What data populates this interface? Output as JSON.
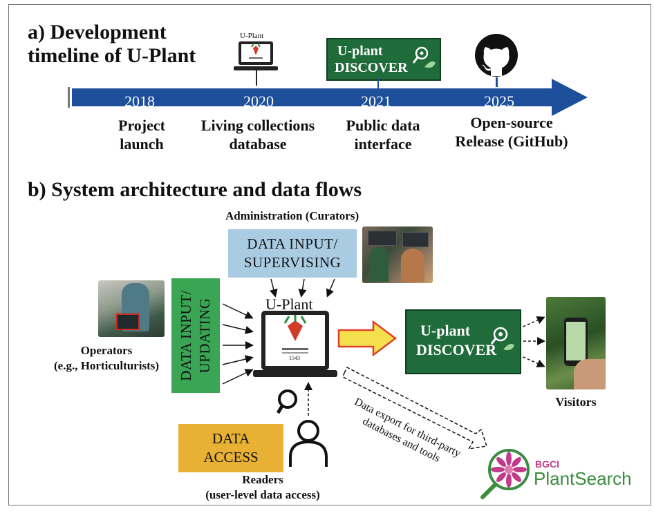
{
  "section_a": {
    "title_line1": "a) Development",
    "title_line2": "timeline of U-Plant"
  },
  "timeline": {
    "events": [
      {
        "year": "2018",
        "label_line1": "Project",
        "label_line2": "launch"
      },
      {
        "year": "2020",
        "label_line1": "Living collections",
        "label_line2": "database"
      },
      {
        "year": "2021",
        "label_line1": "Public data",
        "label_line2": "interface"
      },
      {
        "year": "2025",
        "label_line1": "Open-source",
        "label_line2": "Release (GitHub)"
      }
    ],
    "laptop_caption": "U-Plant",
    "discover_line1": "U-plant",
    "discover_line2": "DISCOVER",
    "arrow_color": "#1d4f9a"
  },
  "section_b": {
    "title": "b) System architecture and data flows"
  },
  "architecture": {
    "admin_label": "Administration (Curators)",
    "admin_box_line1": "DATA INPUT/",
    "admin_box_line2": "SUPERVISING",
    "operators_line1": "Operators",
    "operators_line2": "(e.g., Horticulturists)",
    "updating_box_line1": "DATA INPUT/",
    "updating_box_line2": "UPDATING",
    "core_label": "U-Plant",
    "laptop_year": "1543",
    "discover_line1": "U-plant",
    "discover_line2": "DISCOVER",
    "visitors_label": "Visitors",
    "access_box_line1": "DATA",
    "access_box_line2": "ACCESS",
    "readers_line1": "Readers",
    "readers_line2": "(user-level data access)",
    "export_line1": "Data export for third-party",
    "export_line2": "databases and tools",
    "bgci_small": "BGCI",
    "bgci_large": "PlantSearch"
  },
  "colors": {
    "blue_box": "#a9cce3",
    "green_box": "#3aa655",
    "dark_green": "#1f6b3a",
    "access_box": "#e8b134",
    "arrow_yellow": "#f4e04d",
    "arrow_red": "#e0402a",
    "bgci_pink": "#c23b8a",
    "bgci_green": "#3a8c3f"
  }
}
